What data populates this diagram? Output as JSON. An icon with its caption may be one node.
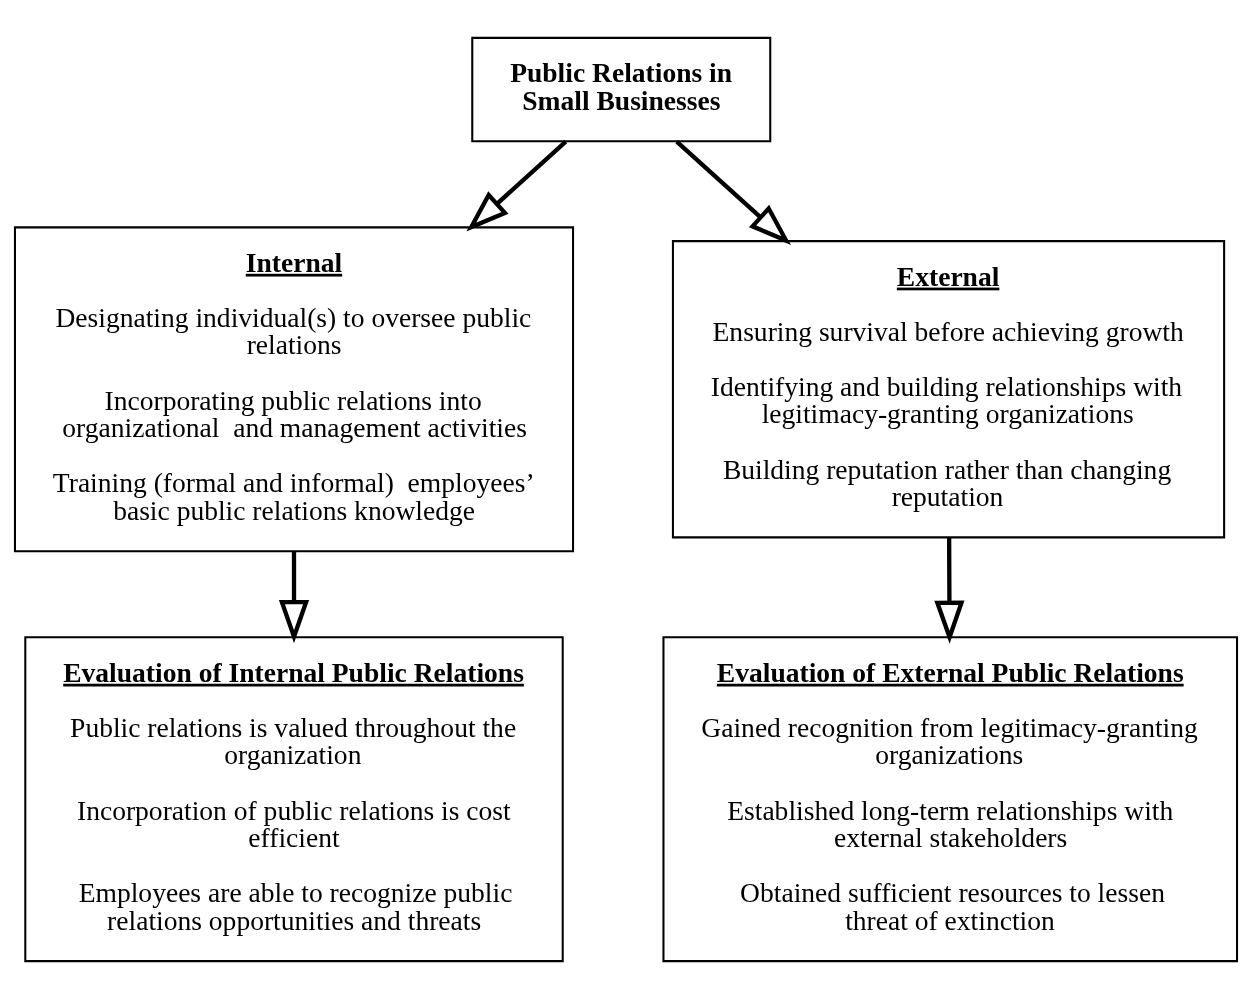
{
  "diagram": {
    "nodes": [
      {
        "text": [
          "Public Relations in Small Businesses"
        ]
      },
      {
        "text": [
          "Internal",
          "Designating individual(s) to oversee public relations",
          "Incorporating public relations into organizational  and management activities",
          "Training (formal and informal)  employees’ basic public relations knowledge"
        ]
      },
      {
        "text": [
          "External",
          "Ensuring survival before achieving growth",
          "Identifying and building relationships with legitimacy-granting organizations",
          "Building reputation rather than changing reputation"
        ]
      },
      {
        "text": [
          "Evaluation of Internal Public Relations",
          "Public relations is valued throughout the organization",
          "Incorporation of public relations is cost efficient",
          "Employees are able to recognize public relations opportunities and threats"
        ]
      },
      {
        "text": [
          "Evaluation of External Public Relations",
          "Gained recognition from legitimacy-granting organizations",
          "Established long-term relationships with external stakeholders",
          "Obtained sufficient resources to lessen threat of extinction"
        ]
      }
    ],
    "edges": [
      {
        "from": 0,
        "to": 1,
        "arrow": "to"
      },
      {
        "from": 0,
        "to": 2,
        "arrow": "to"
      },
      {
        "from": 1,
        "to": 3,
        "arrow": "to"
      },
      {
        "from": 2,
        "to": 4,
        "arrow": "to"
      }
    ]
  }
}
